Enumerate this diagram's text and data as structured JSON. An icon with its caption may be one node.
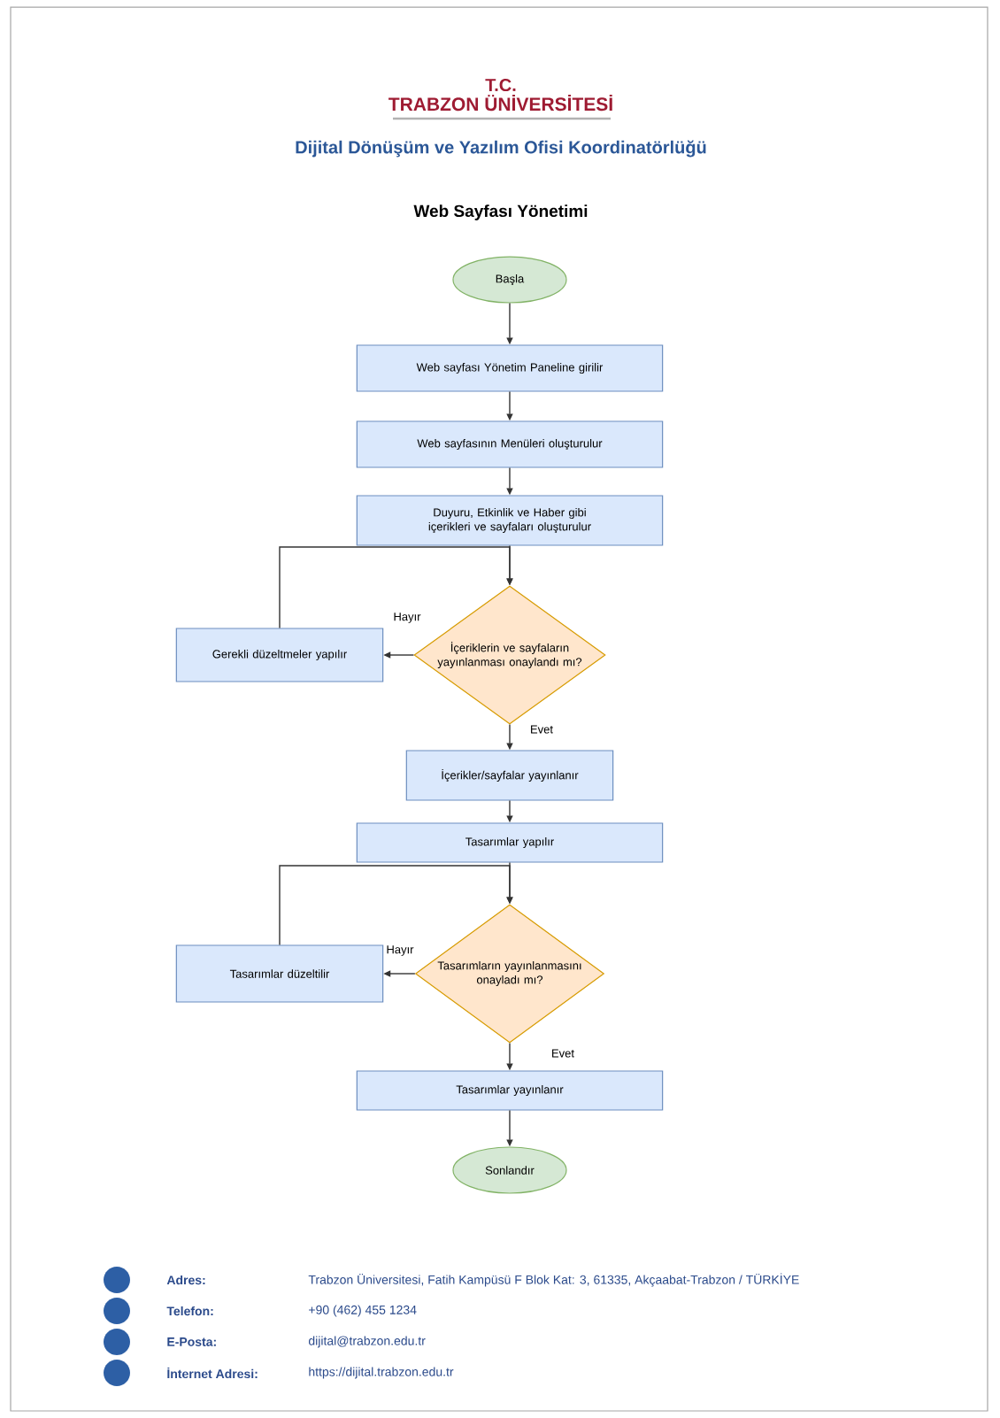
{
  "diagram": {
    "title": "Web Sayfası Yönetimi",
    "nodes": [
      {
        "text": [
          "Başla"
        ]
      },
      {
        "text": [
          "Web sayfası Yönetim Paneline girilir"
        ]
      },
      {
        "text": [
          "Web sayfasının Menüleri oluşturulur"
        ]
      },
      {
        "text": [
          "Duyuru, Etkinlik ve Haber gibi içerikleri ve sayfaları oluşturulur"
        ]
      },
      {
        "text": [
          "İçeriklerin ve sayfaların yayınlanması onaylandı mı?"
        ]
      },
      {
        "text": [
          "Gerekli düzeltmeler yapılır"
        ]
      },
      {
        "text": [
          "İçerikler/sayfalar yayınlanır"
        ]
      },
      {
        "text": [
          "Tasarımlar yapılır"
        ]
      },
      {
        "text": [
          "Tasarımların yayınlanmasını onayladı mı?"
        ]
      },
      {
        "text": [
          "Tasarımlar düzeltilir"
        ]
      },
      {
        "text": [
          "Tasarımlar yayınlanır"
        ]
      },
      {
        "text": [
          "Sonlandır"
        ]
      }
    ],
    "edges": [
      {
        "from": 0,
        "to": 1,
        "arrow": "to"
      },
      {
        "from": 1,
        "to": 2,
        "arrow": "to"
      },
      {
        "from": 2,
        "to": 3,
        "arrow": "to"
      },
      {
        "from": 3,
        "to": 4,
        "arrow": "to"
      },
      {
        "from": 4,
        "to": 5,
        "arrow": "to",
        "label": "Hayır"
      },
      {
        "from": 5,
        "to": 4,
        "arrow": "to"
      },
      {
        "from": 4,
        "to": 6,
        "arrow": "to",
        "label": "Evet"
      },
      {
        "from": 6,
        "to": 7,
        "arrow": "to"
      },
      {
        "from": 7,
        "to": 8,
        "arrow": "to"
      },
      {
        "from": 8,
        "to": 9,
        "arrow": "to",
        "label": "Hayır"
      },
      {
        "from": 9,
        "to": 8,
        "arrow": "to"
      },
      {
        "from": 8,
        "to": 10,
        "arrow": "to",
        "label": "Evet"
      },
      {
        "from": 10,
        "to": 11,
        "arrow": "to"
      }
    ],
    "labels": [
      "T.C.",
      "TRABZON ÜNİVERSİTESİ",
      "Dijital Dönüşüm ve Yazılım Ofisi Koordinatörlüğü",
      "Adres:",
      "Trabzon Üniversitesi, Fatih Kampüsü F Blok Kat: 3, 61335, Akçaabat-Trabzon / TÜRKİYE",
      "Telefon:",
      "+90 (462) 455 1234",
      "E-Posta:",
      "dijital@trabzon.edu.tr",
      "İnternet Adresi:",
      "https://dijital.trabzon.edu.tr"
    ]
  }
}
